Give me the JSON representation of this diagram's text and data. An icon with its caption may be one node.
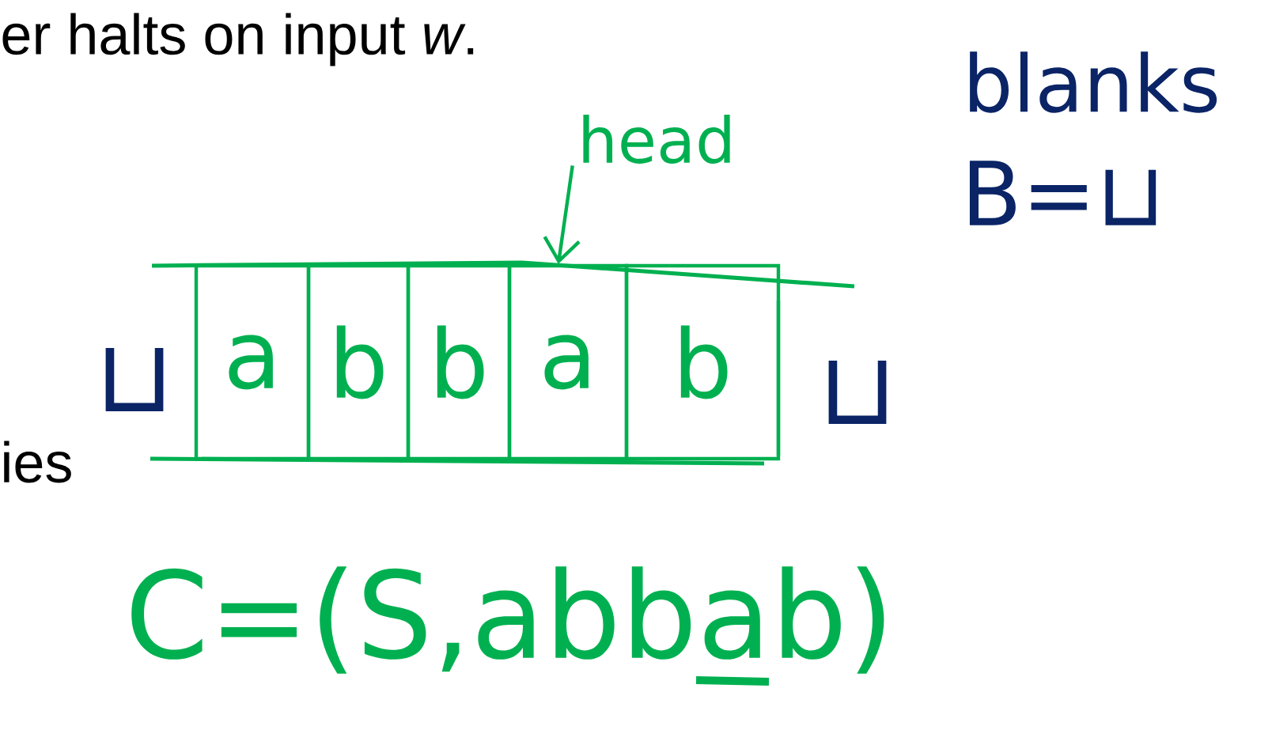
{
  "diagram": {
    "nodes": [
      {
        "text": [
          "head"
        ]
      },
      {
        "text": [
          "a"
        ]
      },
      {
        "text": [
          "b"
        ]
      },
      {
        "text": [
          "b"
        ]
      },
      {
        "text": [
          "a"
        ]
      },
      {
        "text": [
          "b"
        ]
      }
    ],
    "edges": [
      {
        "from": 0,
        "to": 4,
        "arrow": "to"
      }
    ],
    "labels": [
      "er halts on input *w*.",
      "blanks",
      "B=⊔",
      "⊔",
      "⊔",
      "ies",
      "C=(S,abbab)"
    ]
  }
}
